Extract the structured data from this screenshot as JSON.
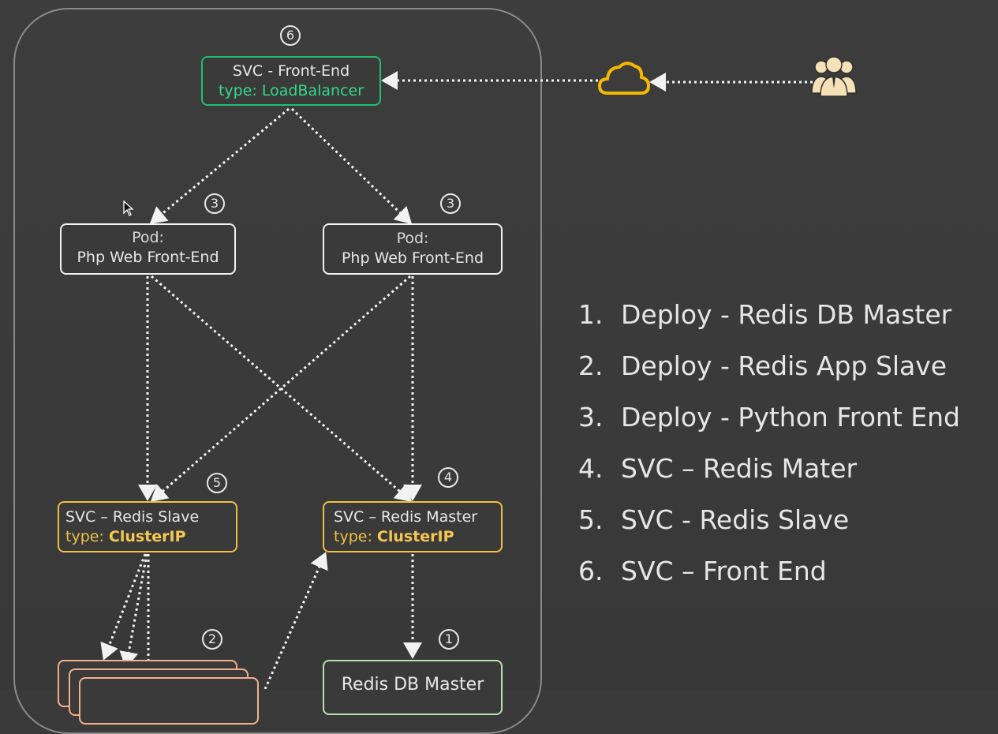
{
  "colors": {
    "background": "#3a3a3a",
    "green": "#1fbf73",
    "yellow": "#f0c040",
    "salmon": "#f3b08e",
    "light_green": "#b9dfb0",
    "cloud": "#f5b800",
    "users": "#f6e0b8"
  },
  "nodes": {
    "svc_frontend": {
      "line1": "SVC - Front-End",
      "line2": "type: LoadBalancer",
      "number": "6"
    },
    "pod_left": {
      "line1": "Pod:",
      "line2": "Php Web Front-End",
      "number": "3"
    },
    "pod_right": {
      "line1": "Pod:",
      "line2": "Php Web Front-End",
      "number": "3"
    },
    "svc_redis_slave": {
      "line1": "SVC – Redis Slave",
      "type_key": "type:",
      "type_val": "ClusterIP",
      "number": "5"
    },
    "svc_redis_master": {
      "line1": "SVC – Redis Master",
      "type_key": "type:",
      "type_val": "ClusterIP",
      "number": "4"
    },
    "redis_slave_pods": {
      "number": "2"
    },
    "redis_db_master": {
      "line1": "Redis DB Master",
      "number": "1"
    }
  },
  "icons": {
    "cloud": "cloud-icon",
    "users": "users-group-icon",
    "cursor": "mouse-cursor-icon"
  },
  "steps": [
    {
      "n": "1.",
      "text": "Deploy - Redis DB Master"
    },
    {
      "n": "2.",
      "text": "Deploy - Redis App Slave"
    },
    {
      "n": "3.",
      "text": "Deploy - Python Front End"
    },
    {
      "n": "4.",
      "text": "SVC – Redis Mater"
    },
    {
      "n": "5.",
      "text": "SVC - Redis Slave"
    },
    {
      "n": "6.",
      "text": "SVC – Front End"
    }
  ]
}
